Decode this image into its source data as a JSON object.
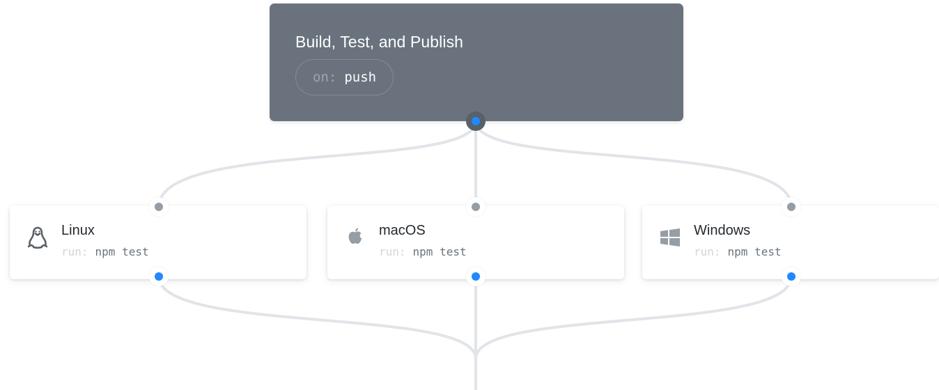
{
  "workflow": {
    "title": "Build, Test, and Publish",
    "trigger_key": "on:",
    "trigger_value": "push"
  },
  "jobs": [
    {
      "name": "Linux",
      "icon": "linux-penguin-icon",
      "step_key": "run:",
      "step_value": "npm test"
    },
    {
      "name": "macOS",
      "icon": "apple-icon",
      "step_key": "run:",
      "step_value": "npm test"
    },
    {
      "name": "Windows",
      "icon": "windows-icon",
      "step_key": "run:",
      "step_value": "npm test"
    }
  ],
  "colors": {
    "workflow_card": "#6a737d",
    "output_port": "#2188ff",
    "input_port": "#959da5",
    "connector": "#e1e4e8"
  }
}
